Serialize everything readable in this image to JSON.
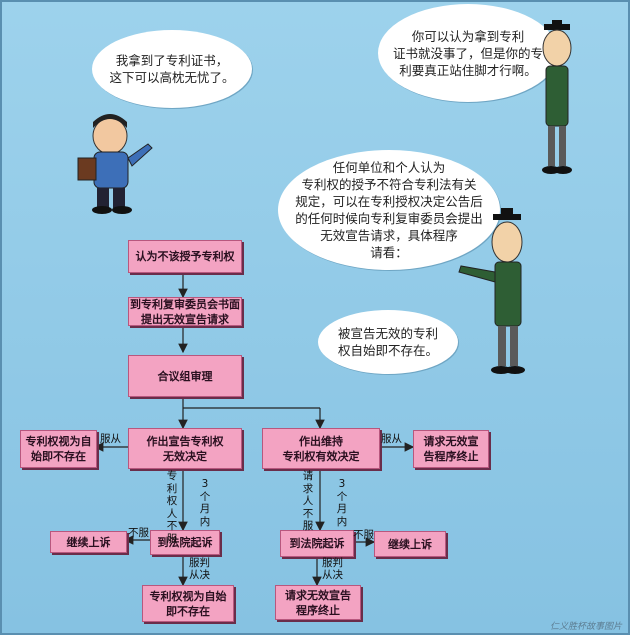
{
  "bubbles": {
    "b1": [
      "我拿到了专利证书，",
      "这下可以高枕无忧了。"
    ],
    "b2": [
      "你可以认为拿到专利",
      "证书就没事了，但是你的专",
      "利要真正站住脚才行啊。"
    ],
    "b3": [
      "任何单位和个人认为",
      "专利权的授予不符合专利法有关",
      "规定，可以在专利授权决定公告后",
      "的任何时候向专利复审委员会提出",
      "无效宣告请求，具体程序",
      "请看："
    ],
    "b4": [
      "被宣告无效的专利",
      "权自始即不存在。"
    ]
  },
  "boxes": {
    "n1": [
      "认为不该授予专利权"
    ],
    "n2": [
      "到专利复审委员会书面",
      "提出无效宣告请求"
    ],
    "n3": [
      "合议组审理"
    ],
    "n4": [
      "作出宣告专利权",
      "无效决定"
    ],
    "n5": [
      "作出维持",
      "专利权有效决定"
    ],
    "n6": [
      "专利权视为自",
      "始即不存在"
    ],
    "n7": [
      "请求无效宣",
      "告程序终止"
    ],
    "n8": [
      "继续上诉"
    ],
    "n9": [
      "到法院起诉"
    ],
    "n10": [
      "到法院起诉"
    ],
    "n11": [
      "继续上诉"
    ],
    "n12": [
      "专利权视为自始",
      "即不存在"
    ],
    "n13": [
      "请求无效宣告",
      "程序终止"
    ]
  },
  "labels": {
    "l_fucong1": "服从",
    "l_fucong2": "服从",
    "l_zhuanli_bufu": "专利权人不服",
    "l_3months_left": "3个月内",
    "l_qingqiu_bufu": "请求人不服",
    "l_3months_right": "3个月内",
    "l_bufu1": "不服",
    "l_bufu2": "不服",
    "l_fupan1": [
      "服判",
      "从决"
    ],
    "l_fupan2": [
      "服判",
      "从决"
    ]
  },
  "watermark": "仁义胜杯故事图片"
}
